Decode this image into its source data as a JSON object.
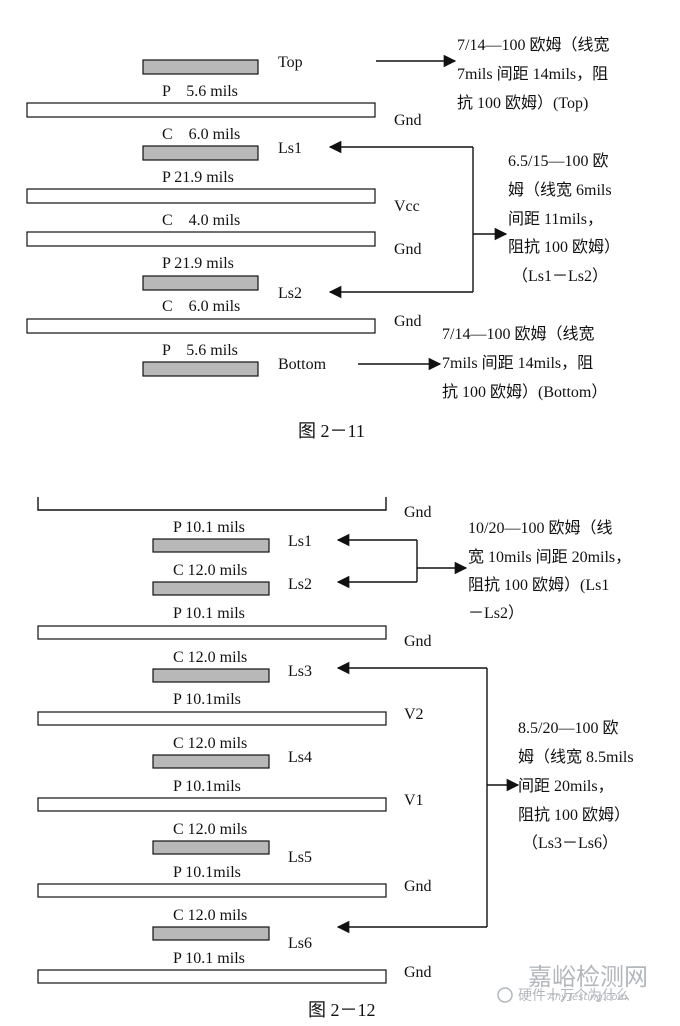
{
  "figure1": {
    "caption": "图 2－11",
    "top_label": "Top",
    "layers": [
      {
        "spacing": "P    5.6 mils",
        "name": "Gnd"
      },
      {
        "spacing": "C    6.0 mils",
        "name": "Ls1"
      },
      {
        "spacing": "P 21.9 mils",
        "name": "Vcc"
      },
      {
        "spacing": "C    4.0 mils",
        "name": "Gnd"
      },
      {
        "spacing": "P 21.9 mils",
        "name": "Ls2"
      },
      {
        "spacing": "C    6.0 mils",
        "name": "Gnd"
      },
      {
        "spacing": "P    5.6 mils",
        "name": "Bottom"
      }
    ],
    "note_top": [
      "7/14—100 欧姆（线宽",
      "7mils 间距 14mils，阻",
      "抗 100 欧姆）(Top)"
    ],
    "note_mid": [
      "6.5/15—100 欧",
      "姆（线宽 6mils",
      "间距 11mils，",
      "阻抗 100 欧姆）",
      "（Ls1－Ls2）"
    ],
    "note_bottom": [
      "7/14—100 欧姆（线宽",
      "7mils 间距 14mils，阻",
      "抗 100 欧姆）(Bottom）"
    ]
  },
  "figure2": {
    "caption": "图 2－12",
    "top_name": "Gnd",
    "layers": [
      {
        "spacing": "P 10.1 mils",
        "name": "Ls1"
      },
      {
        "spacing": "C 12.0 mils",
        "name": "Ls2"
      },
      {
        "spacing": "P 10.1 mils",
        "name": "Gnd"
      },
      {
        "spacing": "C 12.0 mils",
        "name": "Ls3"
      },
      {
        "spacing": "P 10.1mils",
        "name": "V2"
      },
      {
        "spacing": "C 12.0 mils",
        "name": "Ls4"
      },
      {
        "spacing": "P 10.1mils",
        "name": "V1"
      },
      {
        "spacing": "C 12.0 mils",
        "name": "Ls5"
      },
      {
        "spacing": "P 10.1mils",
        "name": "Gnd"
      },
      {
        "spacing": "C 12.0 mils",
        "name": "Ls6"
      },
      {
        "spacing": "P 10.1 mils",
        "name": "Gnd"
      }
    ],
    "note_top": [
      "10/20—100  欧姆（线",
      "宽 10mils 间距 20mils，",
      "阻抗  100  欧姆）(Ls1",
      "－Ls2）"
    ],
    "note_mid": [
      "8.5/20—100 欧",
      "姆（线宽 8.5mils",
      "间距 20mils，",
      "阻抗 100 欧姆）",
      "（Ls3－Ls6）"
    ]
  },
  "watermark": {
    "brand": "嘉峪检测网",
    "brand_en": "AnyTesting.com",
    "account": "硬件十万个为什么"
  }
}
